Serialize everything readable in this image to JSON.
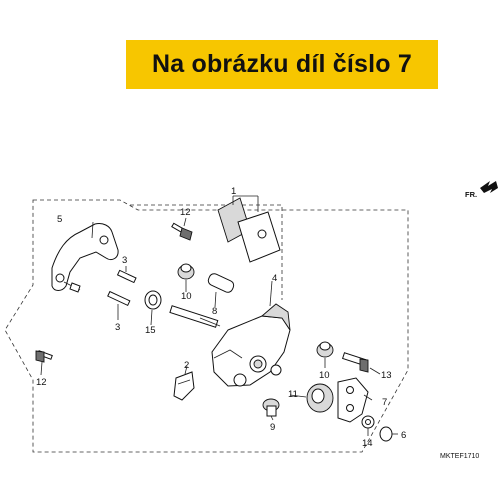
{
  "banner": {
    "text": "Na obrázku díl číslo 7",
    "background": "#f7c600"
  },
  "direction_label": "FR.",
  "diagram_code": "MKTEF1710",
  "callouts": {
    "c1": "1",
    "c2": "2",
    "c3a": "3",
    "c3b": "3",
    "c4": "4",
    "c5": "5",
    "c6": "6",
    "c7": "7",
    "c8": "8",
    "c9": "9",
    "c10a": "10",
    "c10b": "10",
    "c11": "11",
    "c12a": "12",
    "c12b": "12",
    "c13": "13",
    "c14": "14",
    "c15": "15"
  }
}
